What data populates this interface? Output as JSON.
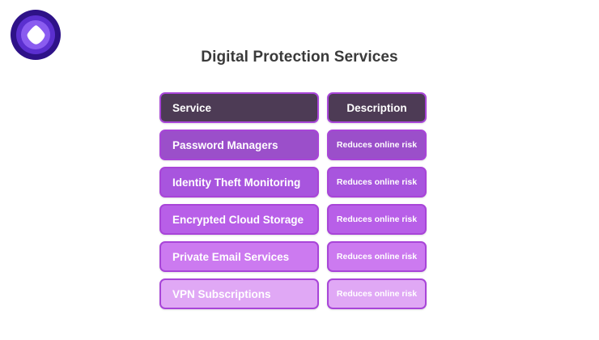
{
  "logo": {
    "name": "brand-logo",
    "glyph": "rounded-triangle-play",
    "colors": {
      "ring_outer": "#2E1288",
      "ring_mid": "#5B2FD0",
      "ring_inner": "#8A5CF0",
      "glyph_fill": "#FFFFFF"
    }
  },
  "page": {
    "title": "Digital Protection Services",
    "background": "#FFFFFF",
    "title_color": "#3A3A3A"
  },
  "table": {
    "border_color": "#A845D8",
    "header": {
      "background": "#4D3B55",
      "cells": [
        "Service",
        "Description"
      ]
    },
    "rows": [
      {
        "service": "Password Managers",
        "description": "Reduces online risk",
        "background": "#9B4FCA"
      },
      {
        "service": "Identity Theft Monitoring",
        "description": "Reduces online risk",
        "background": "#A855DE"
      },
      {
        "service": "Encrypted Cloud Storage",
        "description": "Reduces online risk",
        "background": "#B85FE8"
      },
      {
        "service": "Private Email Services",
        "description": "Reduces online risk",
        "background": "#CC7AF0"
      },
      {
        "service": "VPN Subscriptions",
        "description": "Reduces online risk",
        "background": "#E0A8F5"
      }
    ]
  }
}
